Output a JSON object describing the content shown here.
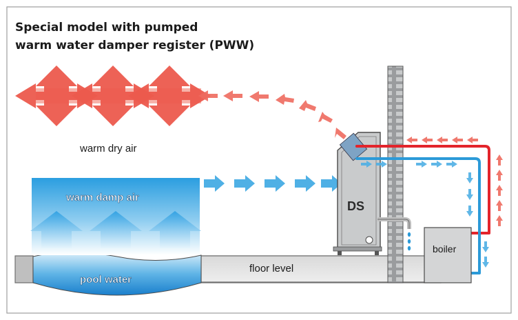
{
  "title": {
    "line1": "Special model with pumped",
    "line2": "warm water damper register (PWW)"
  },
  "labels": {
    "warm_dry_air": "warm dry air",
    "warm_damp_air": "warm damp air",
    "pool_water": "pool water",
    "floor_level": "floor level",
    "unit": "DS",
    "boiler": "boiler"
  },
  "colors": {
    "warm_arrow": "#e8423a",
    "cool_arrow": "#3aa6e0",
    "pool_water": "#1f8fd6",
    "pipe_red": "#e3242b",
    "pipe_blue": "#2b9ad8",
    "unit_body": "#c9cbcc"
  }
}
